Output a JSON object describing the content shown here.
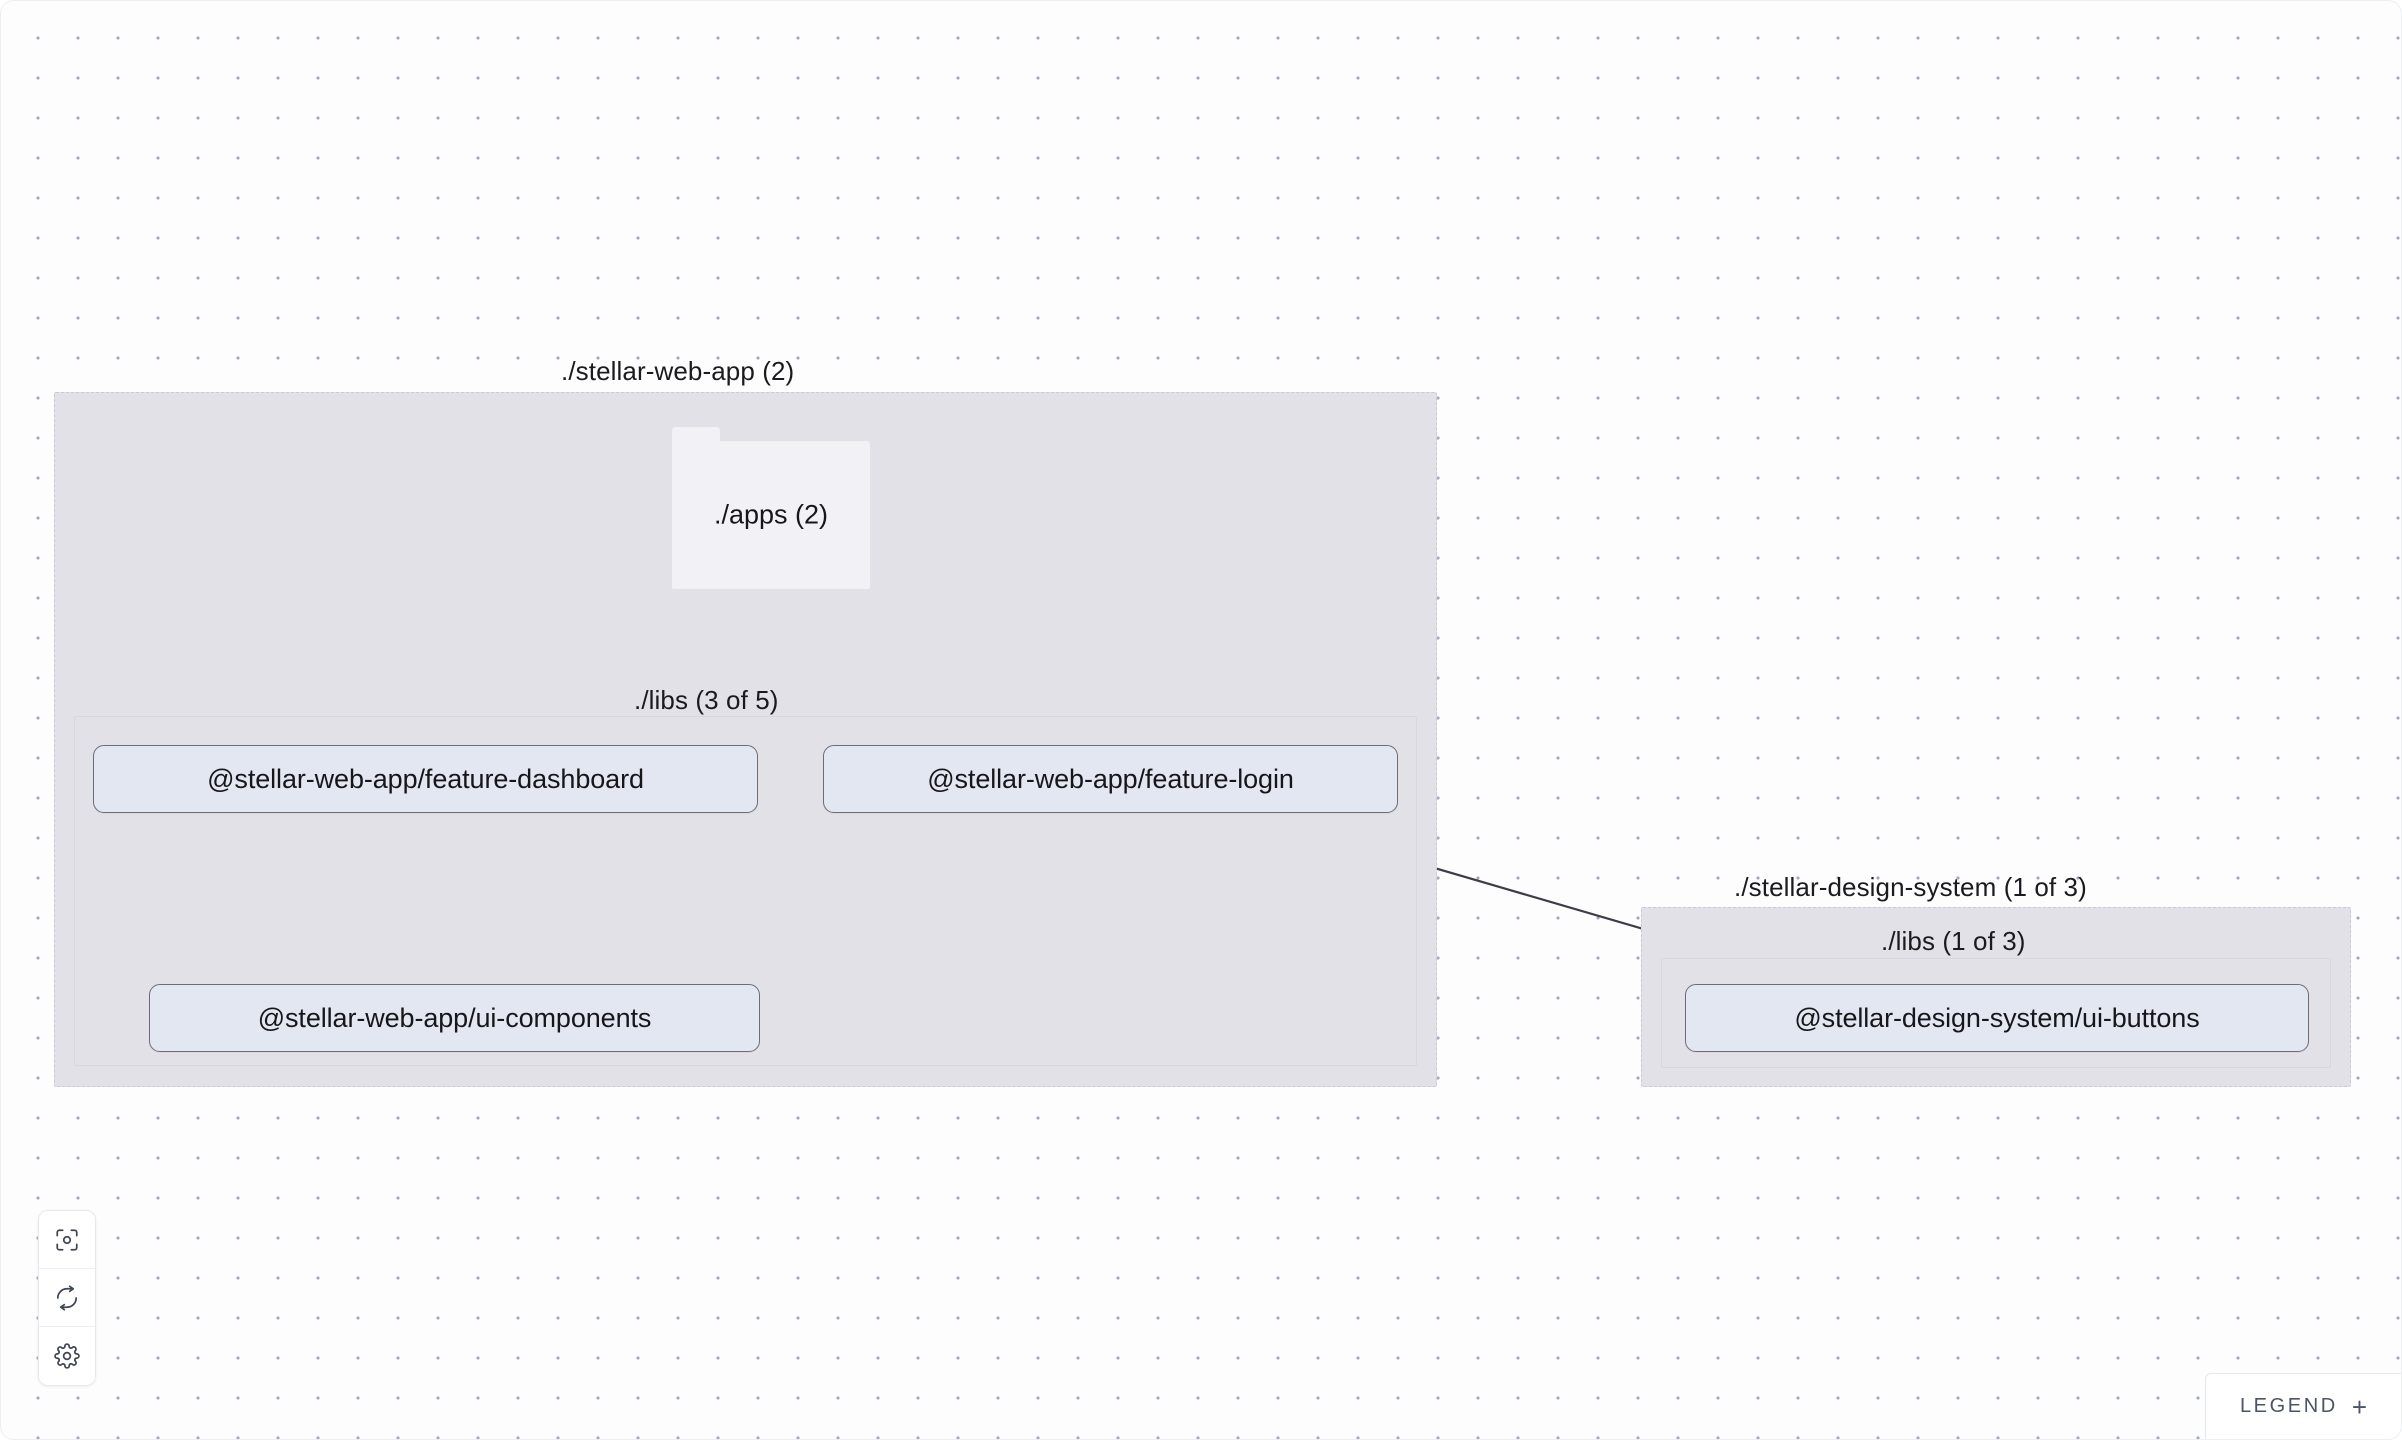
{
  "canvas": {
    "background_color": "#fdfdfe",
    "dot_color": "#9fabbd",
    "dot_spacing": 40
  },
  "groups": [
    {
      "id": "stellar-web-app",
      "label": "./stellar-web-app (2)",
      "fill": "#e3e1e8",
      "border": "#cbc9d4"
    },
    {
      "id": "stellar-web-app-libs",
      "label": "./libs (3 of 5)",
      "border": "#d8d6e0"
    },
    {
      "id": "stellar-design-system",
      "label": "./stellar-design-system (1 of 3)",
      "fill": "#e3e1e8",
      "border": "#cbc9d4"
    },
    {
      "id": "stellar-design-system-libs",
      "label": "./libs (1 of 3)",
      "border": "#d8d6e0"
    }
  ],
  "folder": {
    "id": "apps",
    "label": "./apps (2)",
    "fill": "#f2f2f6"
  },
  "nodes": [
    {
      "id": "feature-dashboard",
      "label": "@stellar-web-app/feature-dashboard",
      "fill": "#e3e7f1",
      "border": "#6d6d78"
    },
    {
      "id": "feature-login",
      "label": "@stellar-web-app/feature-login",
      "fill": "#e3e7f1",
      "border": "#6d6d78"
    },
    {
      "id": "ui-components",
      "label": "@stellar-web-app/ui-components",
      "fill": "#e3e7f1",
      "border": "#6d6d78"
    },
    {
      "id": "ui-buttons",
      "label": "@stellar-design-system/ui-buttons",
      "fill": "#e3e7f1",
      "border": "#6d6d78"
    }
  ],
  "edges": [
    {
      "from": "apps",
      "to": "feature-dashboard",
      "style": "dashed",
      "color": "#3d3d46"
    },
    {
      "from": "apps",
      "to": "feature-login",
      "style": "dashed",
      "color": "#3d3d46"
    },
    {
      "from": "feature-dashboard",
      "to": "ui-components",
      "style": "solid",
      "color": "#3d3d46"
    },
    {
      "from": "feature-login",
      "to": "ui-components",
      "style": "solid",
      "color": "#3d3d46"
    },
    {
      "from": "feature-login",
      "to": "ui-buttons",
      "style": "solid",
      "color": "#3d3d46"
    }
  ],
  "controls": [
    {
      "id": "focus",
      "icon": "focus-target-icon",
      "tooltip": "Focus graph"
    },
    {
      "id": "refresh",
      "icon": "refresh-icon",
      "tooltip": "Refresh graph"
    },
    {
      "id": "settings",
      "icon": "gear-icon",
      "tooltip": "Settings"
    }
  ],
  "legend": {
    "label": "LEGEND",
    "toggle": "+"
  }
}
